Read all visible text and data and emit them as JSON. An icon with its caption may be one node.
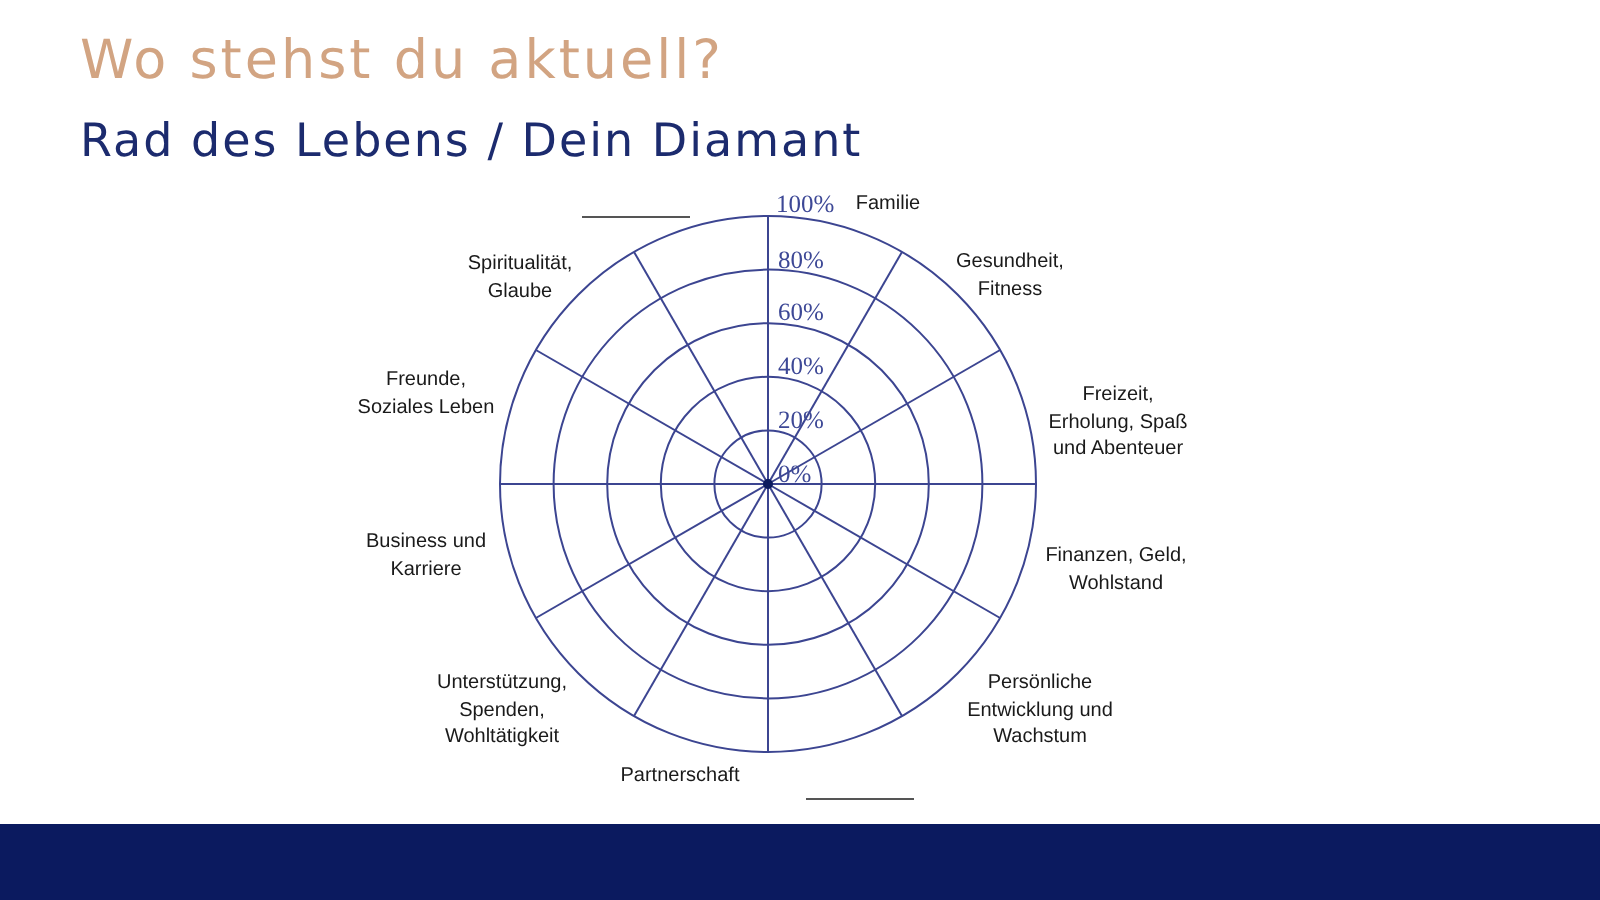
{
  "diagram": {
    "title": "Wo stehst du aktuell?",
    "labels": [
      "Rad des Lebens / Dein Diamant",
      "100%",
      "Familie",
      "Spiritualität, Glaube",
      "80%",
      "Gesundheit, Fitness",
      "60%",
      "40%",
      "Freunde, Soziales Leben",
      "Freizeit, Erholung, Spaß und Abenteuer",
      "20%",
      "0%",
      "Business und Karriere",
      "Finanzen, Geld, Wohlstand",
      "Unterstützung, Spenden, Wohltätigkeit",
      "Persönliche Entwicklung und Wachstum",
      "Partnerschaft"
    ]
  }
}
